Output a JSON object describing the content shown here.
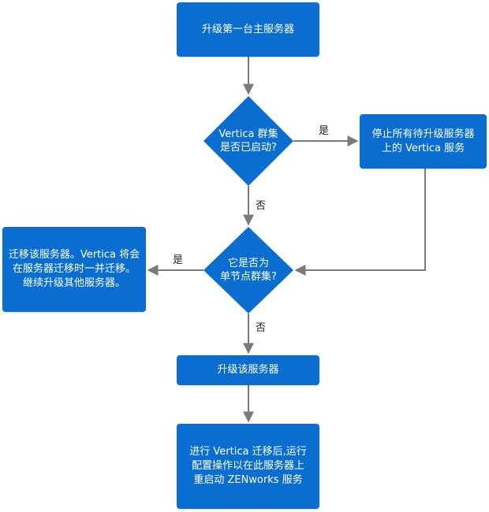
{
  "colors": {
    "node_fill": "#0a6ed1",
    "node_text": "#ffffff",
    "arrow": "#7a7a7a",
    "label_text": "#222222"
  },
  "nodes": {
    "upgrade_first": {
      "lines": [
        "升级第一台主服务器"
      ]
    },
    "decision_running": {
      "lines": [
        "Vertica 群集",
        "是否已启动?"
      ]
    },
    "stop_services": {
      "lines": [
        "停止所有待升级服务器",
        "上的 Vertica 服务"
      ]
    },
    "decision_single": {
      "lines": [
        "它是否为",
        "单节点群集?"
      ]
    },
    "migrate_note": {
      "lines": [
        "迁移该服务器。Vertica 将会",
        "在服务器迁移时一并迁移。",
        "继续升级其他服务器。"
      ]
    },
    "upgrade_this": {
      "lines": [
        "升级该服务器"
      ]
    },
    "restart_zenworks": {
      "lines": [
        "进行 Vertica 迁移后,运行",
        "配置操作以在此服务器上",
        "重启动 ZENworks 服务"
      ]
    }
  },
  "edge_labels": {
    "running_yes": "是",
    "running_no": "否",
    "single_yes": "是",
    "single_no": "否"
  }
}
